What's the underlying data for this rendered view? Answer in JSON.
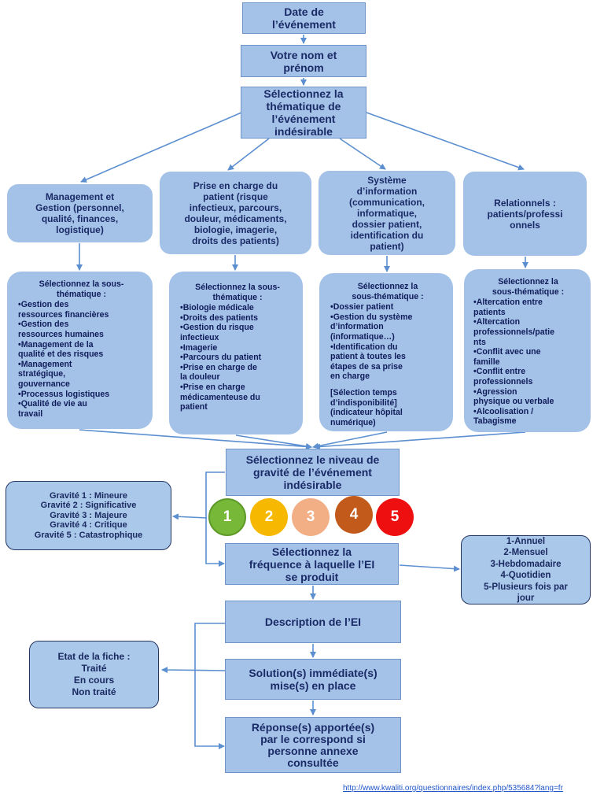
{
  "top_steps": {
    "date": "Date de\nl’événement",
    "name": "Votre nom et\nprénom",
    "theme": "Sélectionnez la\nthématique de\nl’événement\nindésirable"
  },
  "themes": [
    {
      "label": "Management et\nGestion (personnel,\nqualité, finances,\nlogistique)"
    },
    {
      "label": "Prise en charge du\npatient (risque\ninfectieux, parcours,\ndouleur, médicaments,\nbiologie, imagerie,\ndroits des patients)"
    },
    {
      "label": "Système\nd’information\n(communication,\ninformatique,\ndossier patient,\nidentification du\npatient)"
    },
    {
      "label": "Relationnels :\npatients/professi\nonnels"
    }
  ],
  "subthemes": [
    {
      "title": "Sélectionnez la sous-\nthématique :",
      "items": [
        "•Gestion des\nressources financières",
        "•Gestion des\nressources humaines",
        "•Management de la\nqualité et des risques",
        "•Management\nstratégique,\ngouvernance",
        "•Processus logistiques",
        "•Qualité de vie au\ntravail"
      ]
    },
    {
      "title": "Sélectionnez la sous-\nthématique :",
      "items": [
        "•Biologie médicale",
        "•Droits des patients",
        "•Gestion du risque\ninfectieux",
        "•Imagerie",
        "•Parcours du patient",
        "•Prise en charge de\nla douleur",
        "•Prise en charge\nmédicamenteuse du\npatient"
      ]
    },
    {
      "title": "Sélectionnez la\nsous-thématique :",
      "items": [
        "•Dossier patient",
        "•Gestion du système\nd’information\n(informatique…)",
        "•Identification du\npatient à toutes les\nétapes de sa prise\nen charge",
        "",
        "[Sélection temps\nd’indisponibilité]\n(indicateur hôpital\nnumérique)"
      ]
    },
    {
      "title": "Sélectionnez la\nsous-thématique :",
      "items": [
        "•Altercation entre\npatients",
        "•Altercation\nprofessionnels/patie\nnts",
        "•Conflit avec une\nfamille",
        "•Conflit entre\nprofessionnels",
        "•Agression\nphysique ou verbale",
        "•Alcoolisation /\nTabagisme"
      ]
    }
  ],
  "severity": {
    "step": "Sélectionnez le niveau de\ngravité de l’événement\nindésirable",
    "legend": "Gravité 1 : Mineure\nGravité 2 : Significative\nGravité 3 : Majeure\nGravité 4 : Critique\nGravité 5 : Catastrophique",
    "levels": [
      {
        "label": "1",
        "color": "#77b839"
      },
      {
        "label": "2",
        "color": "#f6b800"
      },
      {
        "label": "3",
        "color": "#f2ae84"
      },
      {
        "label": "4",
        "color": "#c15a1b"
      },
      {
        "label": "5",
        "color": "#ee1010"
      }
    ]
  },
  "frequency": {
    "step": "Sélectionnez la\nfréquence à laquelle l’EI\nse produit",
    "legend": "1-Annuel\n2-Mensuel\n3-Hebdomadaire\n4-Quotidien\n5-Plusieurs fois par\njour"
  },
  "bottom_steps": {
    "description": "Description de l’EI",
    "solution": "Solution(s) immédiate(s)\nmise(s) en place",
    "response": "Réponse(s) apportée(s)\npar le correspond si\npersonne annexe\nconsultée"
  },
  "status": {
    "legend": "Etat de la fiche :\nTraité\nEn cours\nNon traité"
  },
  "source_link": "http://www.kwaliti.org/questionnaires/index.php/535684?lang=fr",
  "colors": {
    "box_fill": "#a4c2e8",
    "text": "#1a2a66",
    "arrow": "#5b8fd0",
    "side_border": "#23345e"
  }
}
